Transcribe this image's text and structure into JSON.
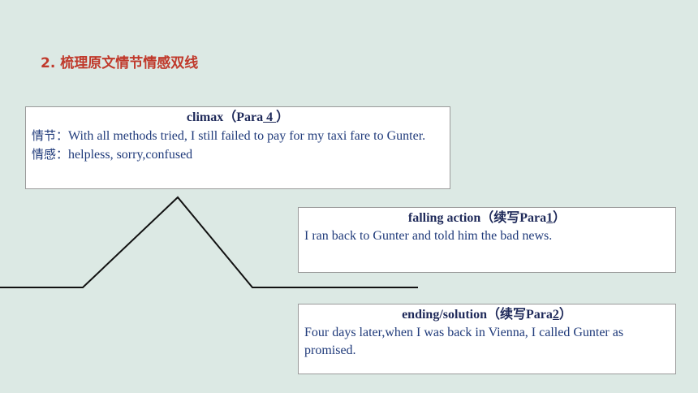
{
  "heading": "2. 梳理原文情节情感双线",
  "climax": {
    "title_prefix": "climax（Para",
    "para": " 4 ",
    "title_suffix": "）",
    "plot_label": "情节：",
    "plot_text": "With all methods tried, I still failed to pay for my taxi fare to Gunter.",
    "emotion_label": "情感：",
    "emotion_text": "helpless, sorry,confused"
  },
  "falling": {
    "title_prefix": "falling action（续写Para",
    "para": "1",
    "title_suffix": "）",
    "text": "I ran back to Gunter and told him the bad news."
  },
  "ending": {
    "title_prefix": "ending/solution（续写Para",
    "para": "2",
    "title_suffix": "）",
    "text": "Four days later,when I was back in Vienna, I called Gunter as promised."
  },
  "colors": {
    "heading": "#c0392b",
    "text": "#1f3a7a",
    "background": "#dce9e4"
  }
}
